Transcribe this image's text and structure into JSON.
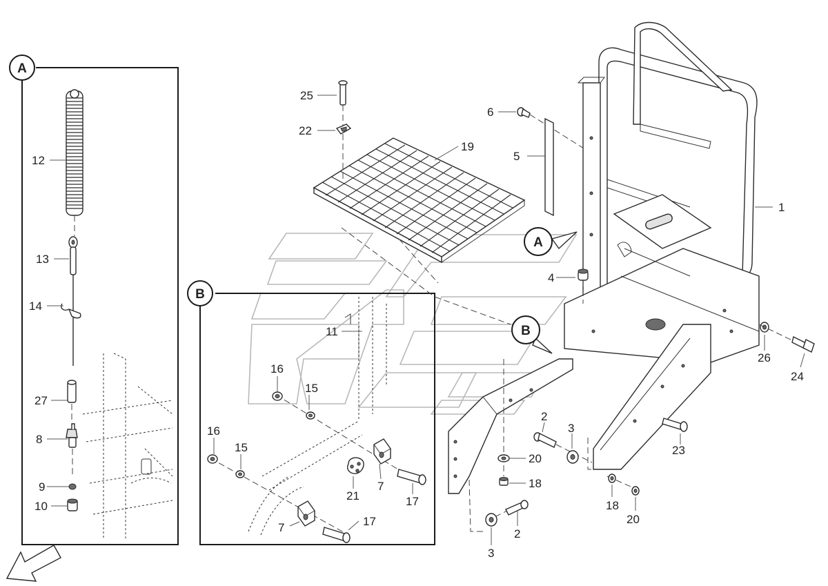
{
  "detail_views": [
    {
      "id": "detail-a",
      "letter": "A"
    },
    {
      "id": "detail-b",
      "letter": "B"
    }
  ],
  "callouts": [
    {
      "id": "callout-a-on-frame",
      "letter": "A"
    },
    {
      "id": "callout-b-on-frame",
      "letter": "B"
    }
  ],
  "part_labels": [
    "1",
    "2",
    "2",
    "3",
    "3",
    "4",
    "5",
    "6",
    "7",
    "7",
    "8",
    "9",
    "10",
    "11",
    "12",
    "13",
    "14",
    "15",
    "15",
    "16",
    "16",
    "17",
    "17",
    "18",
    "18",
    "19",
    "20",
    "20",
    "21",
    "22",
    "23",
    "24",
    "25",
    "26",
    "27"
  ],
  "colors": {
    "line": "#2a2a2a",
    "ghost": "#b8b8b8",
    "background": "#ffffff"
  },
  "icons": [
    "front-direction-arrow-icon"
  ]
}
